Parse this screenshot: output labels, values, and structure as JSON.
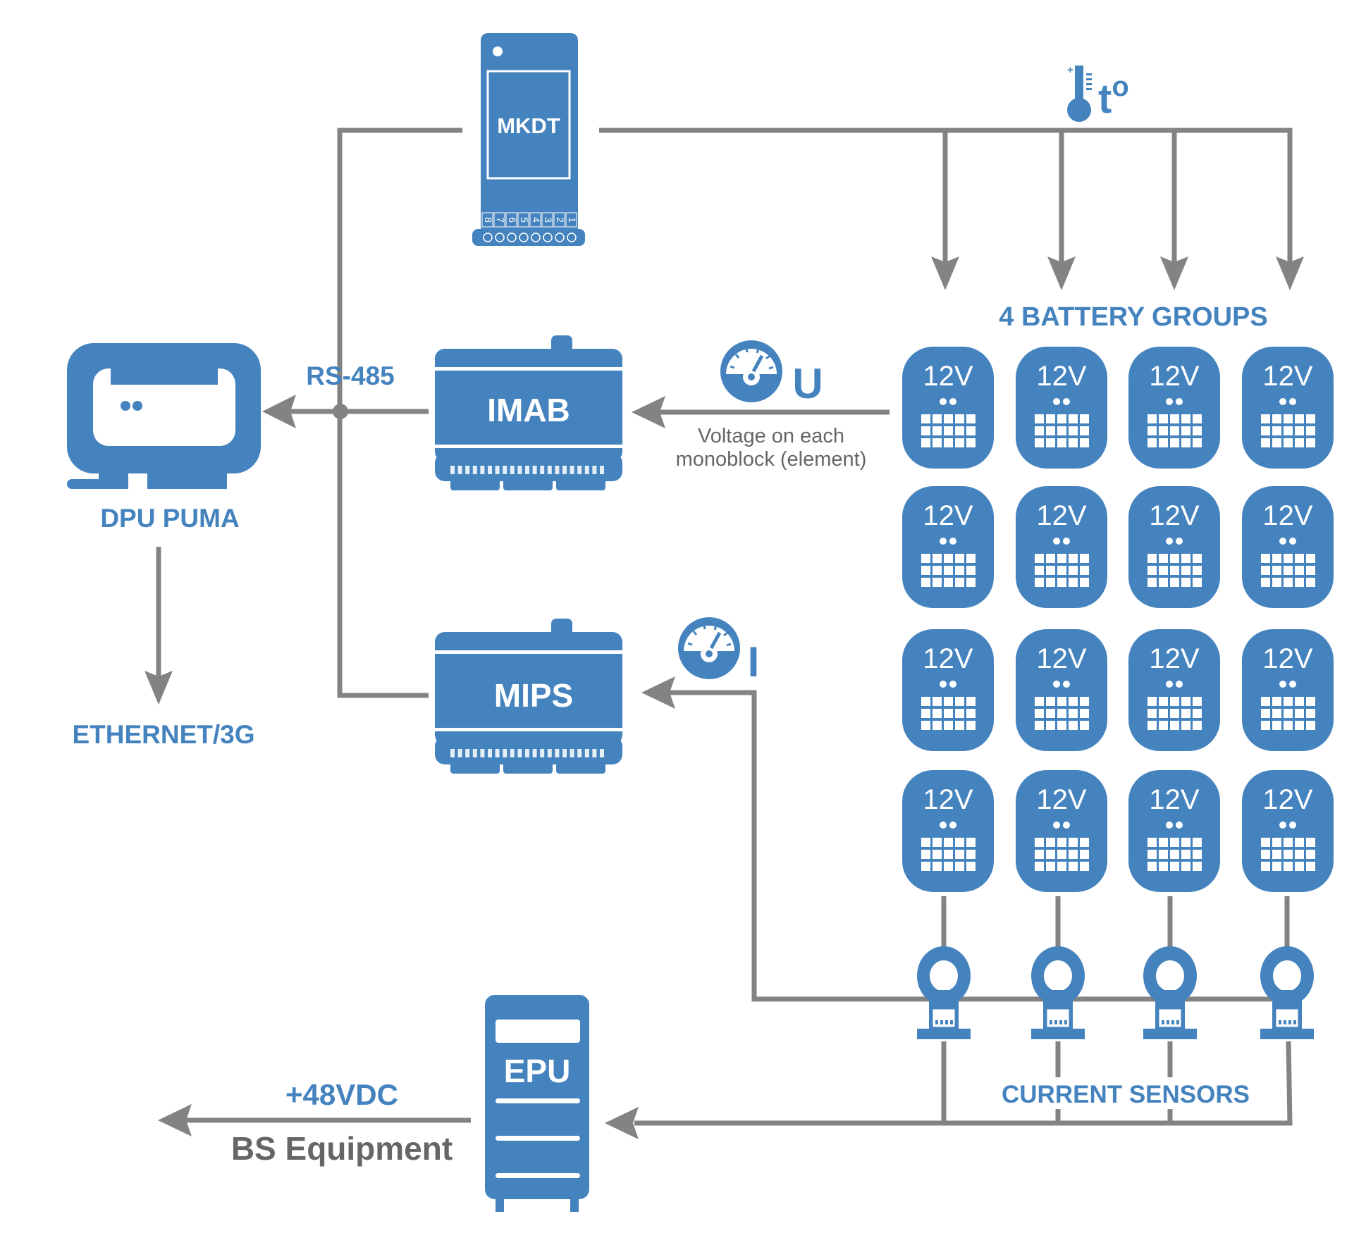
{
  "colors": {
    "device_blue": "#4583bf",
    "wire_gray": "#838385",
    "label_gray": "#666666",
    "background": "#ffffff"
  },
  "devices": {
    "mkdt": {
      "label": "MKDT",
      "terminal_numbers": [
        "8",
        "7",
        "6",
        "5",
        "4",
        "3",
        "2",
        "1"
      ]
    },
    "dpu": {
      "label": "DPU PUMA"
    },
    "imab": {
      "label": "IMAB"
    },
    "mips": {
      "label": "MIPS"
    },
    "epu": {
      "label": "EPU"
    }
  },
  "labels": {
    "rs485": "RS-485",
    "ethernet": "ETHERNET/3G",
    "temperature": "t",
    "temperature_sup": "o",
    "thermometer_plus": "+",
    "battery_groups": "4 BATTERY GROUPS",
    "voltage_symbol": "U",
    "voltage_desc_line1": "Voltage on each",
    "voltage_desc_line2": "monoblock (element)",
    "current_symbol": "I",
    "current_sensors": "CURRENT SENSORS",
    "dc_output": "+48VDC",
    "bs_equipment": "BS Equipment"
  },
  "battery_bank": {
    "groups": 4,
    "blocks_per_group": 4,
    "block_label": "12V"
  },
  "icons": {
    "thermometer": "thermometer-icon",
    "voltmeter": "gauge-icon",
    "ammeter": "gauge-icon",
    "current_sensor": "current-sensor-icon",
    "battery": "battery-icon"
  }
}
